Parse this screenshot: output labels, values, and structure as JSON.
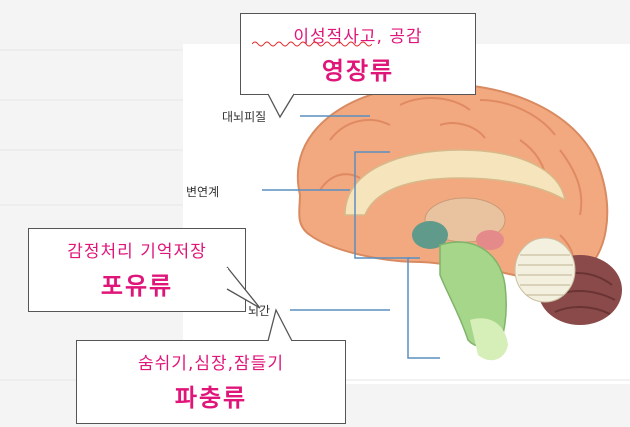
{
  "labels": {
    "cerebral_cortex": "대뇌피질",
    "limbic_system": "변연계",
    "brainstem": "뇌간"
  },
  "callouts": {
    "top": {
      "line1": "이성적사고, 공감",
      "line2": "영장류"
    },
    "left": {
      "line1": "감정처리 기억저장",
      "line2": "포유류"
    },
    "bottom": {
      "line1": "숨쉬기,심장,잠들기",
      "line2": "파충류"
    }
  },
  "colors": {
    "callout_text": "#e0157a",
    "leader_line": "#5a8fc0",
    "cortex": "#f3a980",
    "cerebellum": "#8a4a4a",
    "brainstem": "#a6d68a"
  }
}
